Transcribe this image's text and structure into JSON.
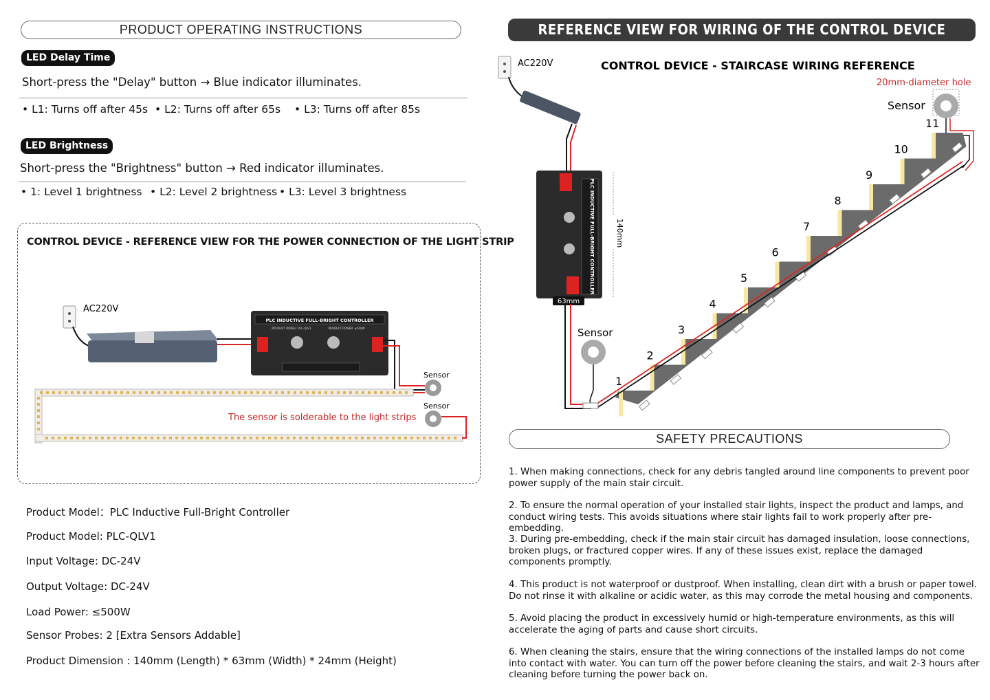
{
  "left": {
    "header": "PRODUCT OPERATING INSTRUCTIONS",
    "delay": {
      "tag": "LED Delay Time",
      "instruction": "Short-press the \"Delay\" button → Blue indicator illuminates.",
      "options": [
        "• L1: Turns off after 45s",
        "• L2: Turns off after 65s",
        "• L3: Turns off after 85s"
      ]
    },
    "brightness": {
      "tag": "LED Brightness",
      "instruction": "Short-press the \"Brightness\" button → Red indicator illuminates.",
      "options": [
        "• 1: Level 1 brightness",
        "• L2: Level 2 brightness",
        "• L3: Level 3 brightness"
      ]
    },
    "power_diagram": {
      "title": "CONTROL DEVICE - REFERENCE VIEW FOR THE POWER CONNECTION OF THE LIGHT STRIP",
      "ac_label": "AC220V",
      "controller_label": "PLC INDUCTIVE FULL-BRIGHT CONTROLLER",
      "controller_model": "PRODUCT MODEL: PLC-QLV1",
      "controller_power": "PRODUCT POWER: ≤500W",
      "sensor_label_1": "Sensor",
      "sensor_label_2": "Sensor",
      "solder_note": "The sensor is solderable to the light strips"
    },
    "specs": [
      "Product Model：PLC Inductive Full-Bright Controller",
      "Product Model: PLC-QLV1",
      "Input Voltage: DC-24V",
      "Output Voltage: DC-24V",
      "Load Power: ≤500W",
      "Sensor Probes: 2 [Extra Sensors Addable]",
      "Product Dimension : 140mm (Length) * 63mm (Width) * 24mm (Height)"
    ]
  },
  "right": {
    "banner": "REFERENCE VIEW FOR WIRING OF THE CONTROL DEVICE",
    "stair_diagram": {
      "title": "CONTROL DEVICE - STAIRCASE WIRING REFERENCE",
      "ac_label": "AC220V",
      "hole_note": "20mm-diameter hole",
      "sensor_top": "Sensor",
      "sensor_bottom": "Sensor",
      "length_label": "140mm",
      "width_label": "63mm",
      "controller_label": "PLC INDUCTIVE FULL-BRIGHT CONTROLLER",
      "step_numbers": [
        "1",
        "2",
        "3",
        "4",
        "5",
        "6",
        "7",
        "8",
        "9",
        "10",
        "11"
      ]
    },
    "safety_header": "SAFETY PRECAUTIONS",
    "safety_items": [
      "1. When making connections, check for any debris tangled around line components to prevent poor power supply of the main stair circuit.",
      "2. To ensure the normal operation of your installed stair lights, inspect the product and lamps, and conduct wiring tests. This avoids situations where stair lights fail to work properly after pre-embedding.",
      "3. During pre-embedding, check if the main stair circuit has damaged insulation, loose connections, broken plugs, or fractured copper wires. If any of these issues exist, replace the damaged components promptly.",
      "4. This product is not waterproof or dustproof. When installing, clean dirt with a brush or paper towel. Do not rinse it with alkaline or acidic water, as this may corrode the metal housing and components.",
      "5. Avoid placing the product in excessively humid or high-temperature environments, as this will accelerate the aging of parts and cause short circuits.",
      "6. When cleaning the stairs, ensure that the wiring connections of the installed lamps do not come into contact with water. You can turn off the power before cleaning the stairs, and wait 2-3 hours after cleaning before turning the power back on."
    ]
  }
}
